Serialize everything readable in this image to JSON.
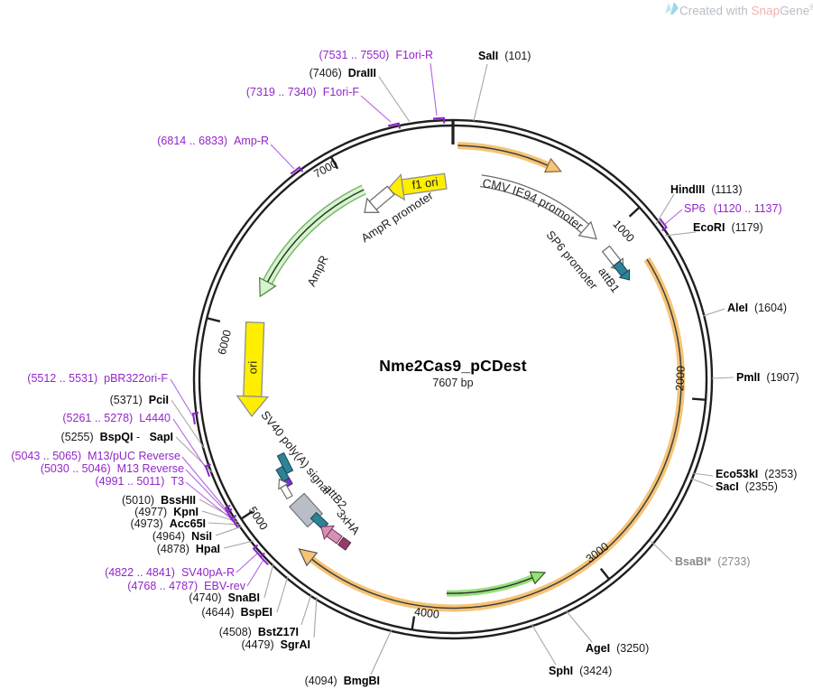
{
  "watermark": {
    "prefix": "Created with ",
    "brand_a": "Snap",
    "brand_b": "Gene",
    "reg": "®"
  },
  "plasmid": {
    "title": "Nme2Cas9_pCDest",
    "size": "7607 bp",
    "length_bp": 7607
  },
  "ticks": [
    "1000",
    "2000",
    "3000",
    "4000",
    "5000",
    "6000",
    "7000"
  ],
  "enzymes": [
    {
      "name": "SalI",
      "pos": "(101)"
    },
    {
      "name": "HindIII",
      "pos": "(1113)"
    },
    {
      "name": "EcoRI",
      "pos": "(1179)"
    },
    {
      "name": "AleI",
      "pos": "(1604)"
    },
    {
      "name": "PmlI",
      "pos": "(1907)"
    },
    {
      "name": "Eco53kI",
      "pos": "(2353)"
    },
    {
      "name": "SacI",
      "pos": "(2355)"
    },
    {
      "name": "BsaBI*",
      "pos": "(2733)"
    },
    {
      "name": "AgeI",
      "pos": "(3250)"
    },
    {
      "name": "SphI",
      "pos": "(3424)"
    },
    {
      "name": "BmgBI",
      "pos": "(4094)"
    },
    {
      "name": "SgrAI",
      "pos": "(4479)"
    },
    {
      "name": "BstZ17I",
      "pos": "(4508)"
    },
    {
      "name": "BspEI",
      "pos": "(4644)"
    },
    {
      "name": "SnaBI",
      "pos": "(4740)"
    },
    {
      "name": "HpaI",
      "pos": "(4878)"
    },
    {
      "name": "NsiI",
      "pos": "(4964)"
    },
    {
      "name": "Acc65I",
      "pos": "(4973)"
    },
    {
      "name": "KpnI",
      "pos": "(4977)"
    },
    {
      "name": "BssHII",
      "pos": "(5010)"
    },
    {
      "name": "BspQI",
      "sep": " - ",
      "name2": "SapI",
      "pos": "(5255)"
    },
    {
      "name": "PciI",
      "pos": "(5371)"
    },
    {
      "name": "DraIII",
      "pos": "(7406)"
    }
  ],
  "primers": [
    {
      "name": "F1ori-R",
      "range": "(7531 .. 7550)"
    },
    {
      "name": "F1ori-F",
      "range": "(7319 .. 7340)"
    },
    {
      "name": "Amp-R",
      "range": "(6814 .. 6833)"
    },
    {
      "name": "SP6",
      "range": "(1120 .. 1137)"
    },
    {
      "name": "EBV-rev",
      "range": "(4768 .. 4787)"
    },
    {
      "name": "SV40pA-R",
      "range": "(4822 .. 4841)"
    },
    {
      "name": "T3",
      "range": "(4991 .. 5011)"
    },
    {
      "name": "M13 Reverse",
      "range": "(5030 .. 5046)"
    },
    {
      "name": "M13/pUC Reverse",
      "range": "(5043 .. 5065)"
    },
    {
      "name": "L4440",
      "range": "(5261 .. 5278)"
    },
    {
      "name": "pBR322ori-F",
      "range": "(5512 .. 5531)"
    }
  ],
  "features": [
    {
      "label": "f1 ori",
      "color": "#ffee00"
    },
    {
      "label": "AmpR promoter",
      "color": "#ffffff"
    },
    {
      "label": "AmpR",
      "color": "#d9f3d1"
    },
    {
      "label": "ori",
      "color": "#ffee00"
    },
    {
      "label": "CMV IE94 promoter",
      "color": "#ffffff"
    },
    {
      "label": "SP6 promoter",
      "color": "#ffffff"
    },
    {
      "label": "attB1",
      "color": "#2e8296"
    },
    {
      "label": "SV40 poly(A) signal",
      "color": "#b9bdc6"
    },
    {
      "label": "attB2",
      "color": "#2e8296"
    },
    {
      "label": "3xHA",
      "color": "#d492b4"
    }
  ],
  "colors": {
    "backbone": "#1f1f1f",
    "orange_arc": "#f5c476",
    "green_small_arc": "#99df7d",
    "ampr_green": "#d9f3d1",
    "yellow": "#ffee00",
    "teal": "#2e8296",
    "pink": "#d492b4",
    "maroon": "#943d6b",
    "gray_block": "#b9bdc6",
    "primer_purple": "#9326c9",
    "muted_enzyme": "#8a8a8a",
    "leader_gray": "#a6a6a6"
  }
}
